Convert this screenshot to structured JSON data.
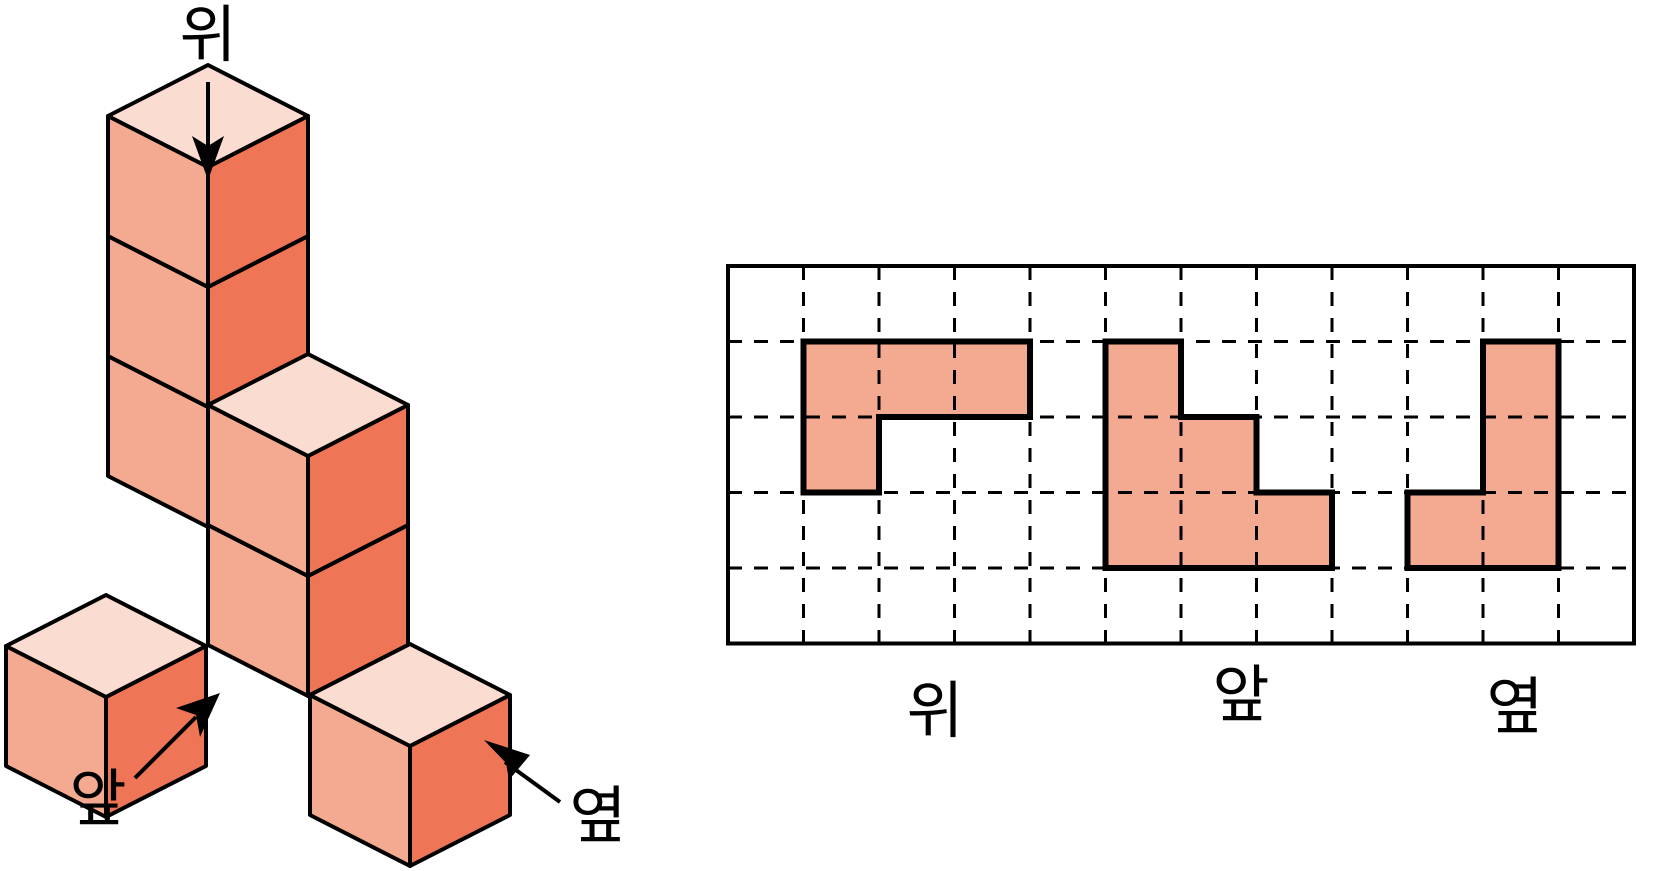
{
  "labels": {
    "iso_top": "위",
    "iso_front": "앞",
    "iso_side": "옆",
    "view_top": "위",
    "view_front": "앞",
    "view_side": "옆"
  },
  "colors": {
    "top_face": "#FADCD0",
    "front_face": "#F4AA90",
    "side_face": "#EE7656",
    "view_fill": "#F4AA90",
    "line": "#000000"
  },
  "grid": {
    "columns": 12,
    "rows": 5
  },
  "cube_stack": {
    "columns": [
      {
        "name": "back-left",
        "height": 3
      },
      {
        "name": "front-left",
        "height": 1
      },
      {
        "name": "back-right",
        "height": 2
      },
      {
        "name": "front-right",
        "height": 1
      }
    ]
  },
  "views": {
    "top": {
      "cells": [
        [
          1,
          1
        ],
        [
          2,
          1
        ],
        [
          3,
          1
        ],
        [
          1,
          2
        ]
      ]
    },
    "front": {
      "cells": [
        [
          5,
          1
        ],
        [
          5,
          2
        ],
        [
          6,
          2
        ],
        [
          5,
          3
        ],
        [
          6,
          3
        ],
        [
          7,
          3
        ]
      ]
    },
    "side": {
      "cells": [
        [
          10,
          1
        ],
        [
          10,
          2
        ],
        [
          9,
          3
        ],
        [
          10,
          3
        ]
      ]
    }
  }
}
